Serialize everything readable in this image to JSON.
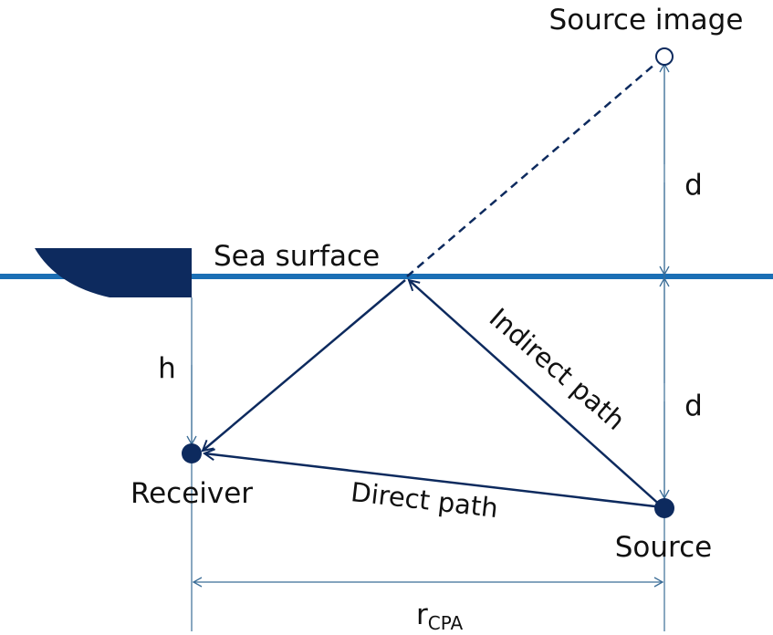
{
  "labels": {
    "source_image": "Source image",
    "sea_surface": "Sea surface",
    "d_upper": "d",
    "d_lower": "d",
    "h": "h",
    "indirect_path": "Indirect path",
    "direct_path": "Direct path",
    "receiver": "Receiver",
    "source": "Source",
    "r_main": "r",
    "r_subscript": "CPA"
  },
  "colors": {
    "sea": "#1b6fb5",
    "navy": "#0d2a5e",
    "guide": "#3b6d97",
    "text": "#111111"
  }
}
